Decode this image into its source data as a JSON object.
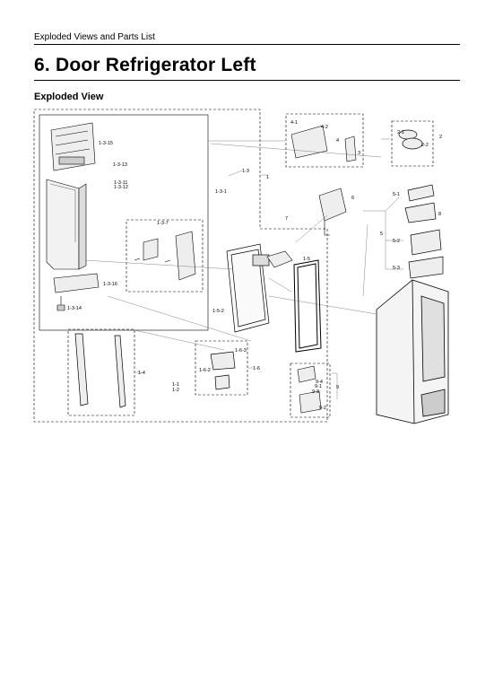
{
  "header": {
    "running_title": "Exploded Views and Parts List",
    "section_title": "6.  Door Refrigerator Left",
    "subsection_title": "Exploded View"
  },
  "diagram": {
    "callouts": {
      "c1": "1",
      "c1_1": "1-1",
      "c1_2": "1-2",
      "c1_3": "1-3",
      "c1_4": "1-4",
      "c1_5": "1-5",
      "c1_6": "1-6",
      "c1_3_1": "1-3-1",
      "c1_3_14": "1-3-14",
      "c1_3_7": "1-3-7",
      "c1_3_13": "1-3-13",
      "c1_3_11": "1-3-11",
      "c1_3_12": "1-3-12",
      "c1_3_15": "1-3-15",
      "c1_3_16": "1-3-16",
      "c1_5_2": "1-5-2",
      "c1_6_2": "1-6-2",
      "c1_6_3": "1-6-3",
      "c2": "2",
      "c2_1": "2-1",
      "c2_2": "2-2",
      "c3": "3",
      "c4": "4",
      "c4_1": "4-1",
      "c4_2": "4-2",
      "c5": "5",
      "c5_1": "5-1",
      "c5_2": "5-2",
      "c5_3": "5-3",
      "c6": "6",
      "c7": "7",
      "c8": "8",
      "c9": "9",
      "c9_1": "9-1",
      "c9_2": "9-2",
      "c9_3": "9-3",
      "c9_4": "9-4"
    }
  }
}
